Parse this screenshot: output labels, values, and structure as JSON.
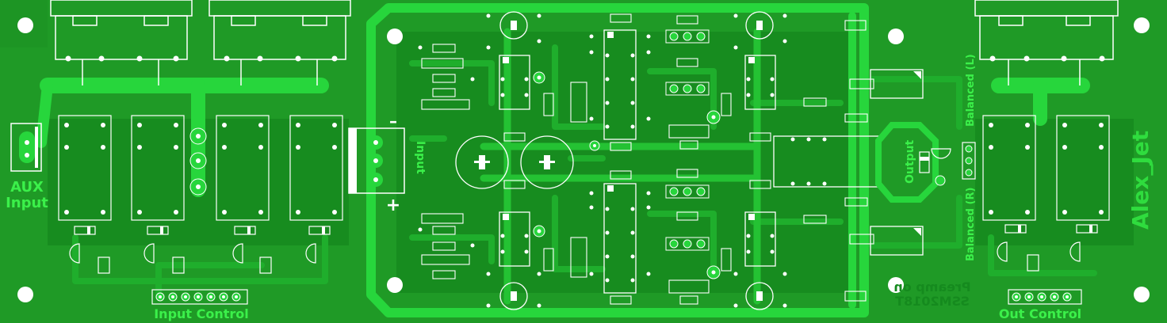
{
  "board": {
    "colors": {
      "background": "#1f9a26",
      "fill_dark": "#168a1f",
      "trace": "#23c236",
      "trace_bright": "#27d63c",
      "silk": "#ffffff",
      "pad": "#ffffff",
      "hole": "#1a7d21",
      "label": "#3bf04a"
    },
    "labels": {
      "aux_input_line1": "AUX",
      "aux_input_line2": "Input",
      "input_control": "Input Control",
      "out_control": "Out Control",
      "input": "Input",
      "output": "Output",
      "balanced_left": "Balanced (L)",
      "balanced_right": "Balanced (R)",
      "author": "Alex_Jet",
      "minus": "–",
      "plus": "+",
      "preamp_line1": "Preamp on",
      "preamp_line2": "SSM2018T"
    },
    "icons": {
      "mounting_hole": "mounting-hole-icon",
      "relay": "relay-icon",
      "transistor": "transistor-icon",
      "capacitor": "capacitor-icon",
      "ic_chip": "ic-chip-icon"
    }
  }
}
